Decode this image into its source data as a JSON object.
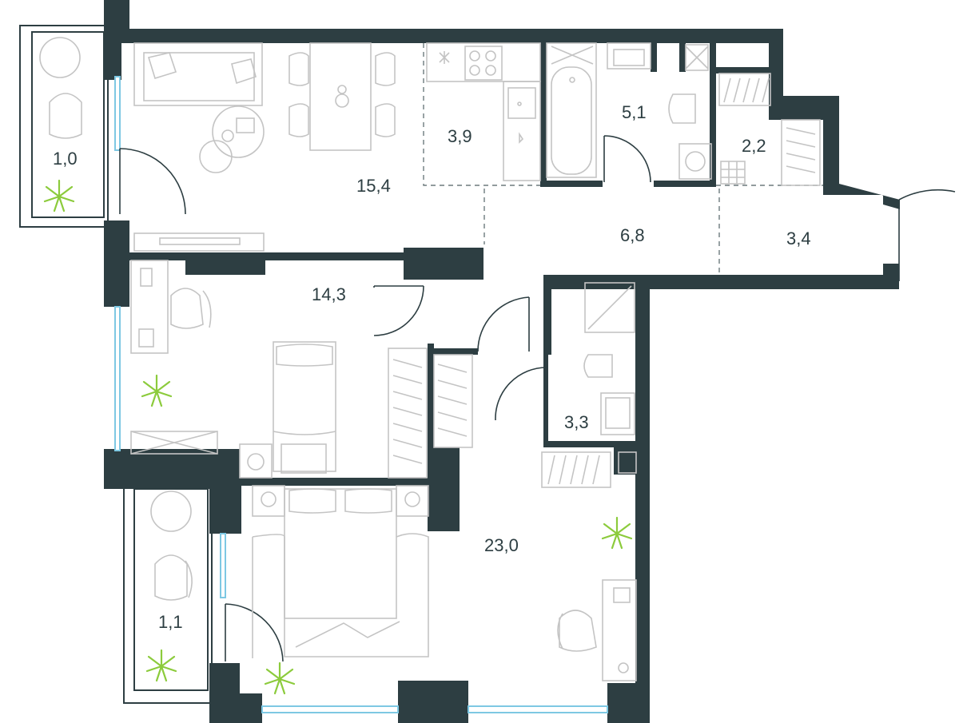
{
  "floor_plan": {
    "colors": {
      "wall": "#2d3e42",
      "furniture": "#c4c4c4",
      "window": "#7ec8e3",
      "plant": "#8ccb3c",
      "background": "#ffffff"
    },
    "rooms": [
      {
        "id": "balcony-top",
        "area": "1,0"
      },
      {
        "id": "living-kitchen",
        "area": "15,4"
      },
      {
        "id": "kitchen",
        "area": "3,9"
      },
      {
        "id": "bathroom",
        "area": "5,1"
      },
      {
        "id": "storage",
        "area": "2,2"
      },
      {
        "id": "hallway",
        "area": "6,8"
      },
      {
        "id": "entrance",
        "area": "3,4"
      },
      {
        "id": "bedroom-small",
        "area": "14,3"
      },
      {
        "id": "shower-room",
        "area": "3,3"
      },
      {
        "id": "bedroom-main",
        "area": "23,0"
      },
      {
        "id": "balcony-bottom",
        "area": "1,1"
      }
    ]
  }
}
